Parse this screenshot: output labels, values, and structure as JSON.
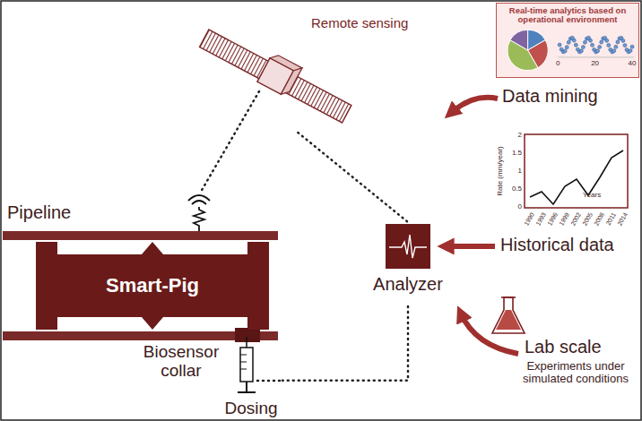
{
  "diagram": {
    "nodes": [
      {
        "text": [
          "Remote sensing"
        ]
      },
      {
        "text": [
          "Real-time analytics based on operational environment"
        ]
      },
      {
        "text": [
          "Smart-Pig"
        ]
      },
      {
        "text": [
          "Analyzer"
        ]
      },
      {
        "text": [
          "Dosing"
        ]
      }
    ],
    "edges": [
      {
        "from": 0,
        "to": 3,
        "arrow": "none"
      },
      {
        "from": 3,
        "to": 4,
        "arrow": "none"
      }
    ],
    "labels": [
      "Pipeline",
      "Biosensor collar",
      "Data mining",
      "Historical data",
      "Lab scale",
      "Experiments under simulated conditions",
      "0",
      "20",
      "40",
      "Rate (mm/year)",
      "0",
      "0.5",
      "1",
      "1.5",
      "2",
      "1990",
      "1993",
      "1996",
      "1999",
      "2002",
      "2005",
      "2008",
      "2011",
      "2014",
      "Years"
    ]
  }
}
